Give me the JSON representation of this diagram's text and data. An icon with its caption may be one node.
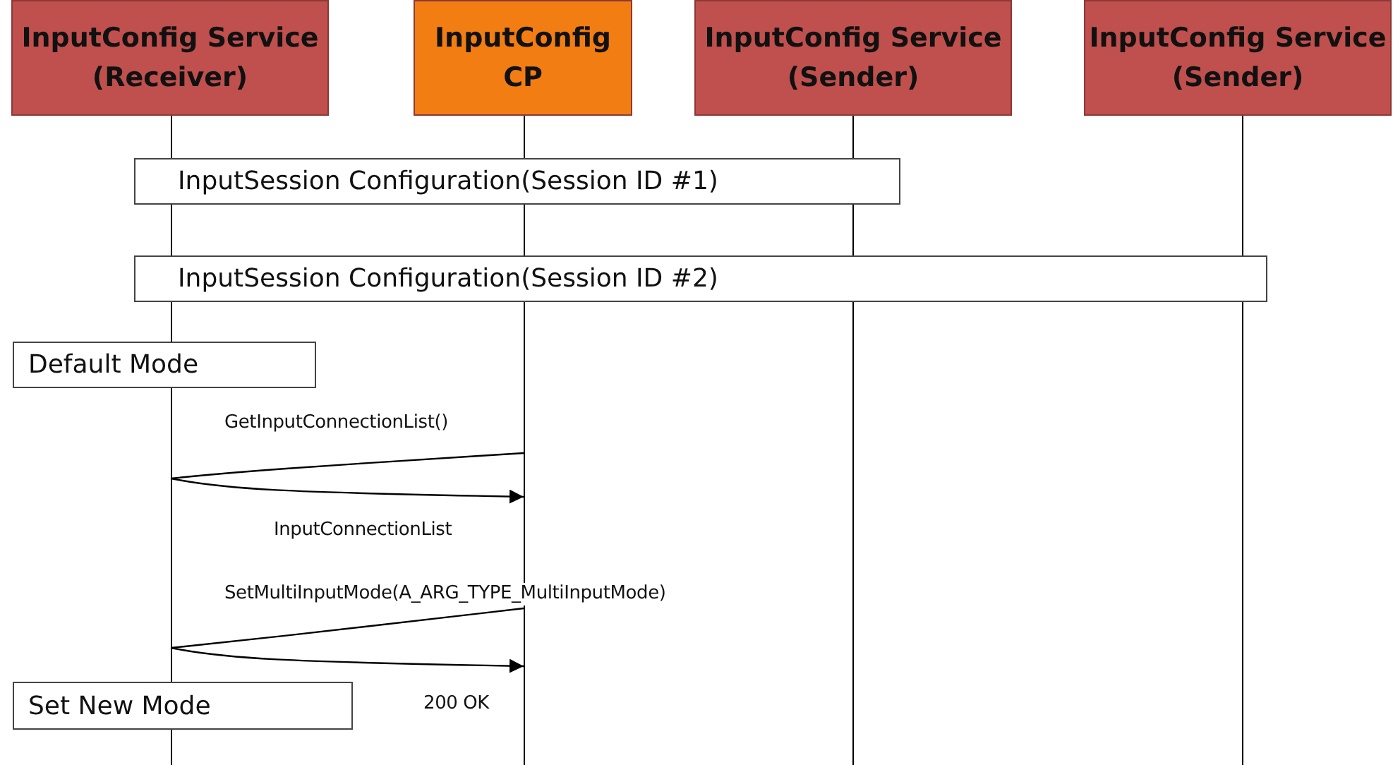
{
  "diagram": {
    "nodes": [
      {
        "text": [
          "InputConfig Service (Receiver)"
        ]
      },
      {
        "text": [
          "InputConfig CP"
        ]
      },
      {
        "text": [
          "InputConfig Service (Sender)"
        ]
      },
      {
        "text": [
          "InputConfig Service (Sender)"
        ]
      },
      {
        "text": [
          "InputSession Configuration(Session ID #1)"
        ]
      },
      {
        "text": [
          "InputSession Configuration(Session ID #2)"
        ]
      },
      {
        "text": [
          "Default Mode"
        ]
      },
      {
        "text": [
          "Set New Mode"
        ]
      },
      {
        "text": [],
        "shape": "line"
      },
      {
        "text": [],
        "shape": "line"
      },
      {
        "text": [],
        "shape": "line"
      },
      {
        "text": [],
        "shape": "line"
      }
    ],
    "edges": [
      {
        "from": 9,
        "to": 8,
        "arrow": "none",
        "label": "GetInputConnectionList()"
      },
      {
        "from": 8,
        "to": 9,
        "arrow": "to",
        "label": "InputConnectionList"
      },
      {
        "from": 9,
        "to": 8,
        "arrow": "none",
        "label": "SetMultiInputMode(A_ARG_TYPE_MultiInputMode)"
      },
      {
        "from": 8,
        "to": 9,
        "arrow": "to",
        "label": "200 OK"
      }
    ]
  }
}
